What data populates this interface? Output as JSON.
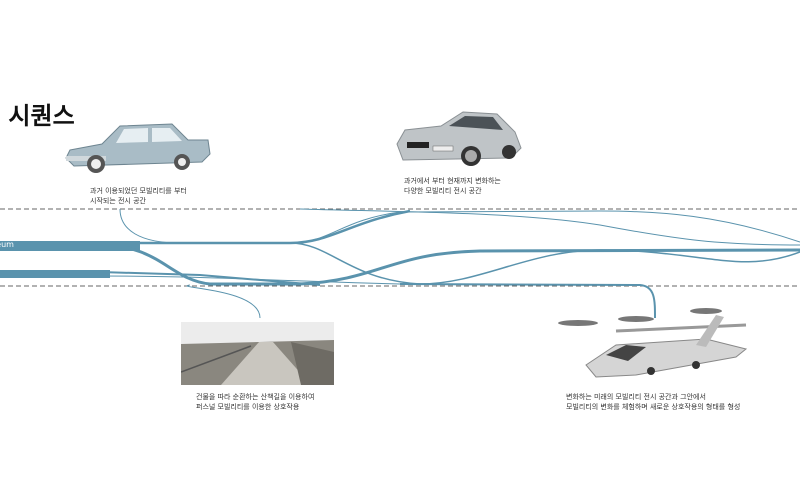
{
  "title": "스 시퀀스",
  "flow_label": "Museum",
  "flow_color": "#5a93ad",
  "captions": [
    {
      "line1": "과거 이용되었던 모빌리티를 부터",
      "line2": "시작되는 전시 공간"
    },
    {
      "line1": "과거에서 부터 현재까지 변화하는",
      "line2": "다양한 모빌리티 전시 공간"
    },
    {
      "line1": "건물을 따라 순환하는 산책길을 이용하여",
      "line2": "퍼스널 모빌리티를 이용한 상호작용"
    },
    {
      "line1": "변화하는 미래의 모빌리티 전시 공간과 그안에서",
      "line2": "모빌리티의 변화를 체험하며 새로운 상호작용의 형태를 형성"
    }
  ]
}
